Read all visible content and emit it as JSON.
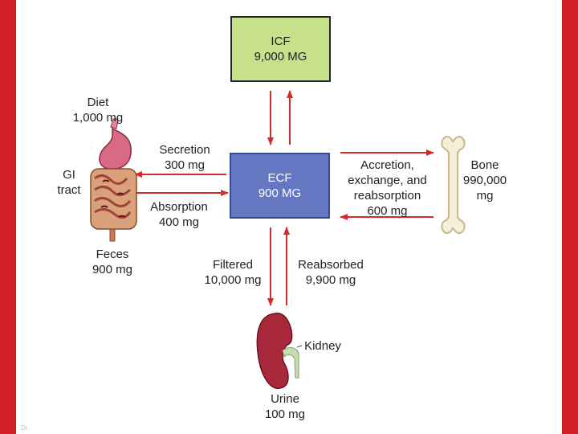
{
  "icf": {
    "title": "ICF",
    "value": "9,000 MG"
  },
  "ecf": {
    "title": "ECF",
    "value": "900 MG"
  },
  "diet": {
    "line1": "Diet",
    "line2": "1,000 mg"
  },
  "gi": {
    "line1": "GI",
    "line2": "tract"
  },
  "secretion": {
    "line1": "Secretion",
    "line2": "300 mg"
  },
  "absorption": {
    "line1": "Absorption",
    "line2": "400 mg"
  },
  "feces": {
    "line1": "Feces",
    "line2": "900 mg"
  },
  "accretion": {
    "line1": "Accretion,",
    "line2": "exchange, and",
    "line3": "reabsorption",
    "line4": "600 mg"
  },
  "bone": {
    "line1": "Bone",
    "line2": "990,000",
    "line3": "mg"
  },
  "filtered": {
    "line1": "Filtered",
    "line2": "10,000 mg"
  },
  "reabsorbed": {
    "line1": "Reabsorbed",
    "line2": "9,900 mg"
  },
  "kidney": {
    "label": "Kidney"
  },
  "urine": {
    "line1": "Urine",
    "line2": "100 mg"
  },
  "footer": {
    "text": "Dr."
  },
  "colors": {
    "arrow": "#d42a2a",
    "icf_box": "#c7e08a",
    "ecf_box": "#6577c2",
    "side_bars": "#d22027"
  }
}
